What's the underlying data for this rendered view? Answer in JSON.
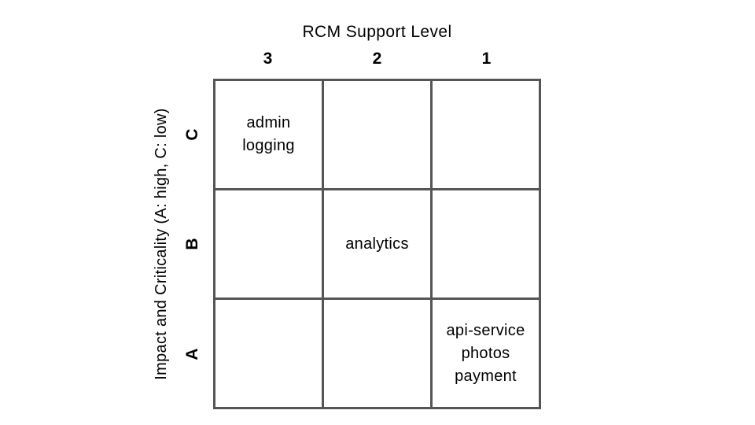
{
  "chart_data": {
    "type": "table",
    "title": "RCM Support Level",
    "xlabel": "RCM Support Level",
    "ylabel": "Impact and Criticality (A: high, C: low)",
    "columns": [
      "3",
      "2",
      "1"
    ],
    "rows": [
      "C",
      "B",
      "A"
    ],
    "cells": [
      [
        "admin\nlogging",
        "",
        ""
      ],
      [
        "",
        "analytics",
        ""
      ],
      [
        "",
        "",
        "api-service\nphotos\npayment"
      ]
    ],
    "items": [
      {
        "label": "admin",
        "support_level": "3",
        "criticality": "C"
      },
      {
        "label": "logging",
        "support_level": "3",
        "criticality": "C"
      },
      {
        "label": "analytics",
        "support_level": "2",
        "criticality": "B"
      },
      {
        "label": "api-service",
        "support_level": "1",
        "criticality": "A"
      },
      {
        "label": "photos",
        "support_level": "1",
        "criticality": "A"
      },
      {
        "label": "payment",
        "support_level": "1",
        "criticality": "A"
      }
    ],
    "layout": {
      "grid": "3x3",
      "legend_position": "none",
      "grid_line_color": "#555555",
      "text_color": "#000000",
      "background_color": "#ffffff"
    }
  }
}
